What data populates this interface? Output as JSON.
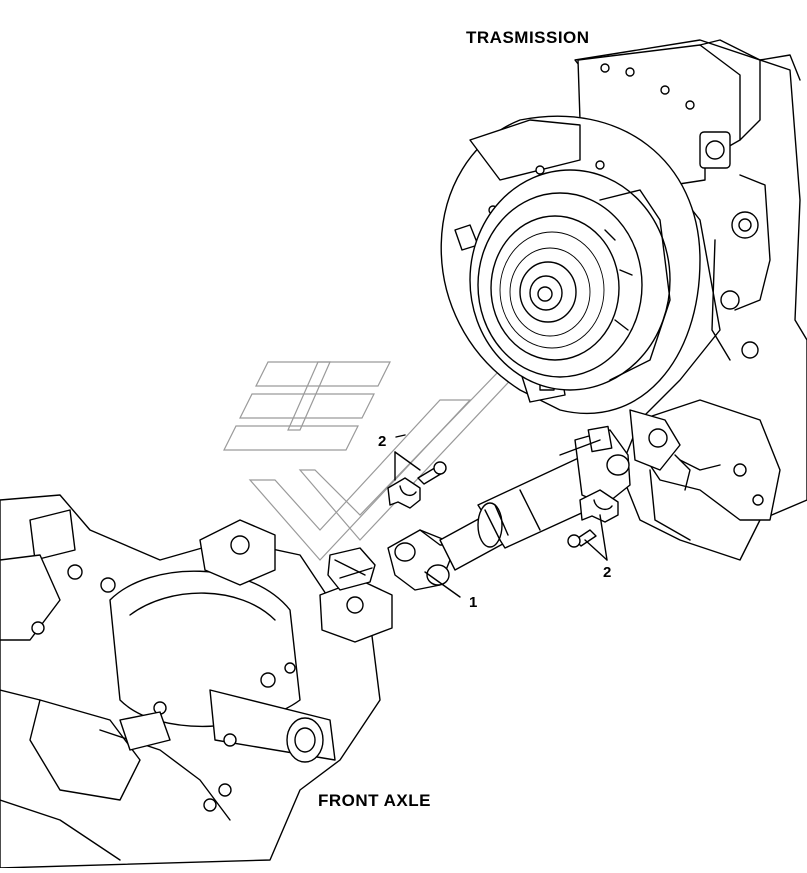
{
  "labels": {
    "transmission": "TRASMISSION",
    "front_axle": "FRONT AXLE",
    "callout_1": "1",
    "callout_2_upper": "2",
    "callout_2_lower": "2"
  }
}
